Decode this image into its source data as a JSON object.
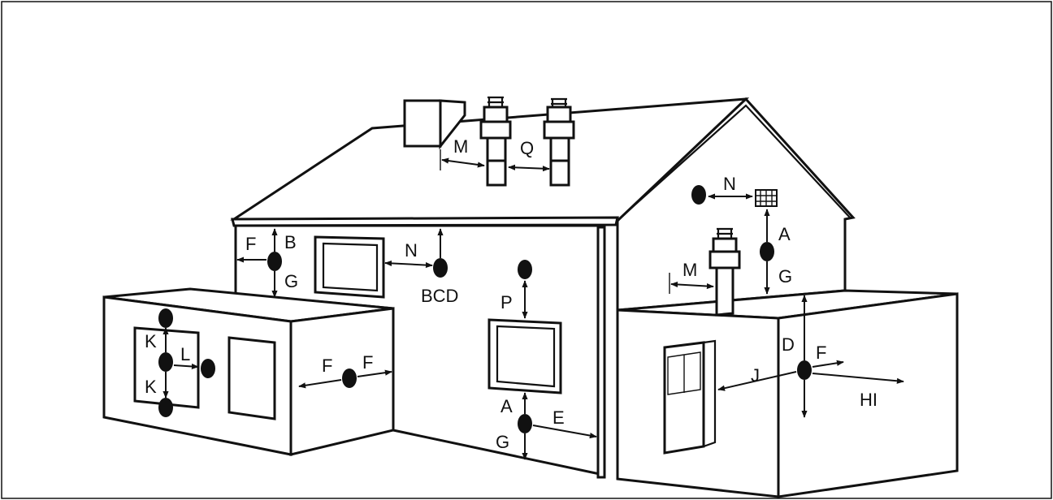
{
  "labels": {
    "m_roof": "M",
    "q_roof": "Q",
    "n_gable": "N",
    "a_gable": "A",
    "g_gable": "G",
    "m_flat": "M",
    "f_left": "F",
    "b_left": "B",
    "g_left": "G",
    "n_front": "N",
    "bcd": "BCD",
    "p_front": "P",
    "a_front": "A",
    "g_front": "G",
    "e_front": "E",
    "k_top": "K",
    "l_ext": "L",
    "k_bottom": "K",
    "f_ext_left": "F",
    "f_ext_right": "F",
    "d_side": "D",
    "f_side": "F",
    "j_side": "J",
    "hi_side": "HI"
  }
}
